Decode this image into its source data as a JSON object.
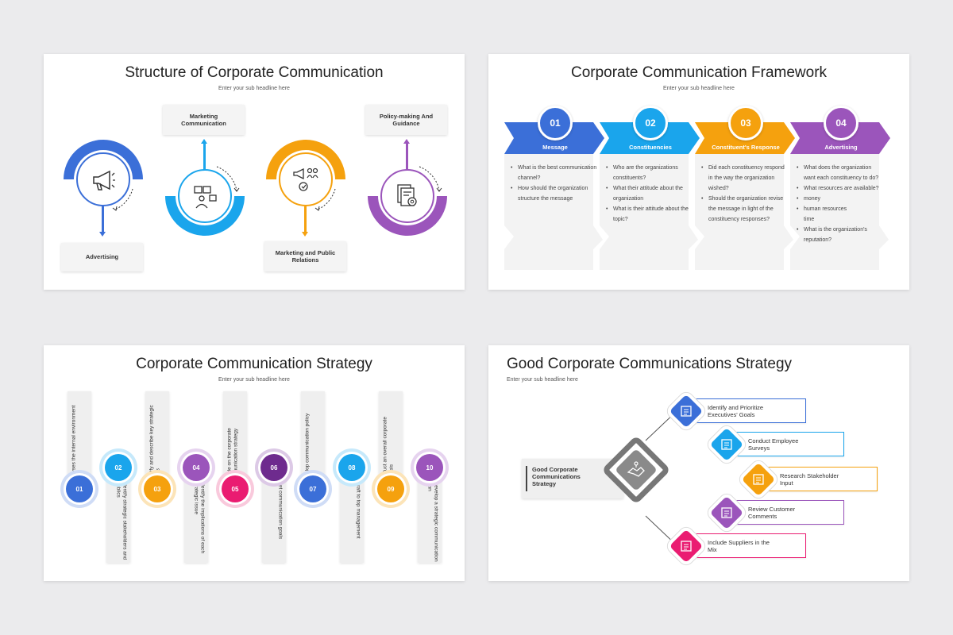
{
  "slide1": {
    "title": "Structure of Corporate Communication",
    "subtitle": "Enter your sub headline here",
    "items": [
      {
        "label": "Advertising",
        "color": "#3b6fd8",
        "icon": "megaphone-icon"
      },
      {
        "label": "Marketing Communication",
        "color": "#1aa5ec",
        "icon": "media-presenter-icon"
      },
      {
        "label": "Marketing and Public Relations",
        "color": "#f5a10e",
        "icon": "megaphone-people-icon"
      },
      {
        "label": "Policy-making And Guidance",
        "color": "#9b55bb",
        "icon": "document-gear-icon"
      }
    ]
  },
  "slide2": {
    "title": "Corporate Communication Framework",
    "subtitle": "Enter your sub headline here",
    "columns": [
      {
        "num": "01",
        "label": "Message",
        "color": "#3b6fd8",
        "items": [
          {
            "t": "What is the best communication channel?",
            "bullet": true
          },
          {
            "t": "How should the organization structure the message",
            "bullet": true
          }
        ]
      },
      {
        "num": "02",
        "label": "Constituencies",
        "color": "#1aa5ec",
        "items": [
          {
            "t": "Who are the organizations constituents?",
            "bullet": true
          },
          {
            "t": "What their attitude about the organization",
            "bullet": true
          },
          {
            "t": "What is their attitude about the topic?",
            "bullet": true
          }
        ]
      },
      {
        "num": "03",
        "label": "Constituent's Response",
        "color": "#f5a10e",
        "items": [
          {
            "t": "Did each constituency respond in the way the organization wished?",
            "bullet": true
          },
          {
            "t": "Should the organization revise the message in light of the constituency responses?",
            "bullet": true
          }
        ]
      },
      {
        "num": "04",
        "label": "Advertising",
        "color": "#9b55bb",
        "items": [
          {
            "t": "What does the organization want each constituency to do?",
            "bullet": true
          },
          {
            "t": "What resources are available?",
            "bullet": true
          },
          {
            "t": "money",
            "bullet": true
          },
          {
            "t": "human resources",
            "bullet": true
          },
          {
            "t": "time",
            "bullet": false
          },
          {
            "t": "What is the organization's reputation?",
            "bullet": true
          }
        ]
      }
    ]
  },
  "slide3": {
    "title": "Corporate Communication Strategy",
    "subtitle": "Enter your sub headline here",
    "steps": [
      {
        "num": "01",
        "text": "Analyses the internal environment",
        "color": "#3b6fd8",
        "ring": "#cfdcf6"
      },
      {
        "num": "02",
        "text": "Identify strategic stakeholders and publics",
        "color": "#1aa5ec",
        "ring": "#c6e9fb"
      },
      {
        "num": "03",
        "text": "Identify and describe key strategic issues",
        "color": "#f5a10e",
        "ring": "#fce4b8"
      },
      {
        "num": "04",
        "text": "Identify the implications of each strategic issue",
        "color": "#9b55bb",
        "ring": "#e6d3ef"
      },
      {
        "num": "05",
        "text": "Decide on the corporate communication strategy",
        "color": "#ea1c71",
        "ring": "#f9c9dc"
      },
      {
        "num": "06",
        "text": "Set communication goals",
        "color": "#6e2b8e",
        "ring": "#dcc9e6"
      },
      {
        "num": "07",
        "text": "Develop communication policy",
        "color": "#3b6fd8",
        "ring": "#cfdcf6"
      },
      {
        "num": "08",
        "text": "Draft to top management",
        "color": "#1aa5ec",
        "ring": "#c6e9fb"
      },
      {
        "num": "09",
        "text": "Conduct an overall corporate analysis",
        "color": "#f5a10e",
        "ring": "#fce4b8"
      },
      {
        "num": "10",
        "text": "Develop a strategic communication plan",
        "color": "#9b55bb",
        "ring": "#e6d3ef"
      }
    ]
  },
  "slide4": {
    "title": "Good Corporate Communications Strategy",
    "subtitle": "Enter your sub headline here",
    "center_label": "Good Corporate Communications Strategy",
    "center_icon": "handshake-network-icon",
    "goals": [
      {
        "label": "Identify and Prioritize Executives' Goals",
        "color": "#3b6fd8",
        "icon": "checklist-icon"
      },
      {
        "label": "Conduct Employee Surveys",
        "color": "#1aa5ec",
        "icon": "people-network-icon"
      },
      {
        "label": "Research Stakeholder Input",
        "color": "#f5a10e",
        "icon": "research-icon"
      },
      {
        "label": "Review Customer Comments",
        "color": "#9b55bb",
        "icon": "review-icon"
      },
      {
        "label": "Include Suppliers in the Mix",
        "color": "#ea1c71",
        "icon": "supplier-network-icon"
      }
    ]
  }
}
